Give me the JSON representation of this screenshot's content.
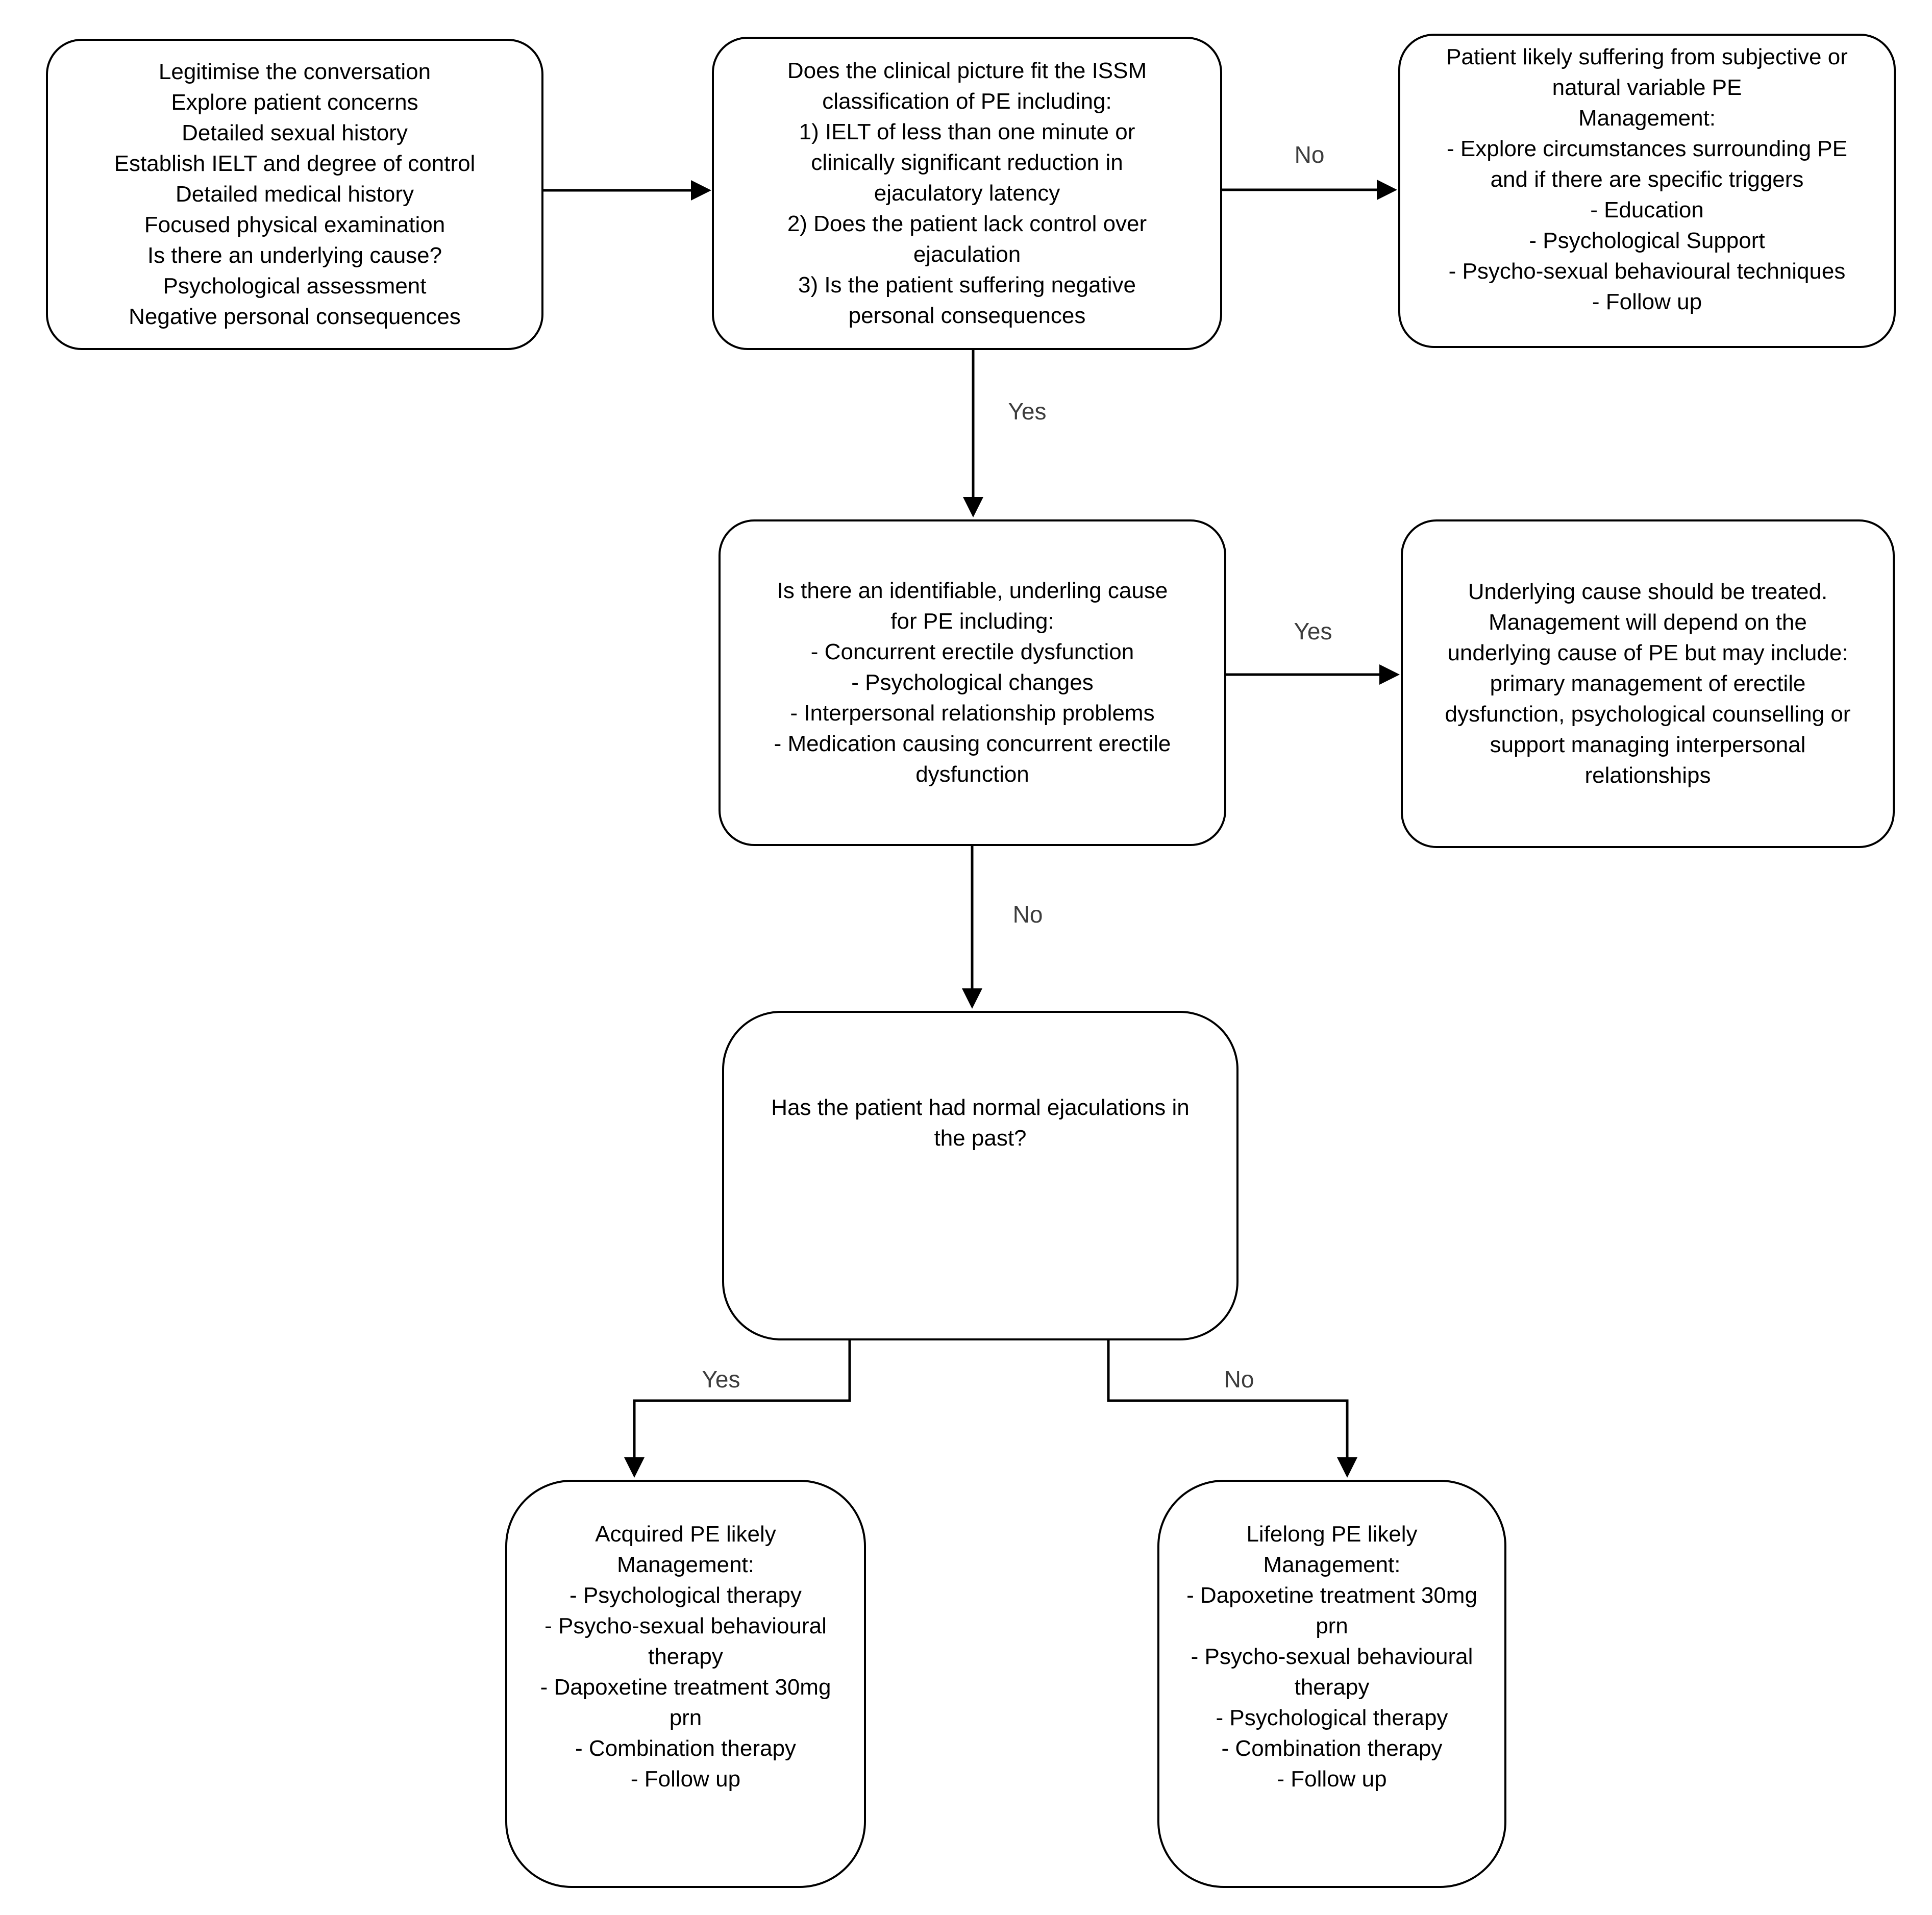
{
  "diagram": {
    "type": "flowchart",
    "colors": {
      "background": "#ffffff",
      "node_border": "#000000",
      "node_fill": "#ffffff",
      "arrow": "#000000",
      "node_text": "#000000",
      "edge_label_text": "#3d3d3d"
    },
    "nodes": {
      "assessment": {
        "text": "Legitimise the conversation\nExplore patient concerns\nDetailed sexual history\nEstablish IELT and degree of control\nDetailed medical history\nFocused physical examination\nIs there an underlying cause?\nPsychological assessment\nNegative personal consequences"
      },
      "issm_question": {
        "text": "Does the clinical picture fit the ISSM\nclassification of PE including:\n1) IELT of less than one minute or\nclinically significant reduction in\nejaculatory latency\n2) Does the patient lack control over\nejaculation\n3) Is the patient suffering negative\npersonal consequences"
      },
      "subjective_pe": {
        "text": "Patient likely suffering from subjective or\nnatural variable PE\nManagement:\n- Explore circumstances surrounding PE\nand if there are specific triggers\n- Education\n- Psychological Support\n- Psycho-sexual behavioural techniques\n- Follow up"
      },
      "underlying_cause_question": {
        "text": "Is there an identifiable, underling cause\nfor PE including:\n- Concurrent erectile dysfunction\n- Psychological changes\n- Interpersonal relationship problems\n- Medication causing concurrent erectile\ndysfunction"
      },
      "treat_underlying_cause": {
        "text": "Underlying cause should be treated.\nManagement will depend on the\nunderlying cause of PE but may include:\nprimary management of erectile\ndysfunction, psychological counselling or\nsupport managing interpersonal\nrelationships"
      },
      "normal_ejaculations_question": {
        "text": "Has the patient had normal ejaculations in\nthe past?"
      },
      "acquired_pe": {
        "text": "Acquired PE likely\nManagement:\n- Psychological therapy\n- Psycho-sexual behavioural\ntherapy\n- Dapoxetine treatment 30mg\nprn\n- Combination therapy\n- Follow up"
      },
      "lifelong_pe": {
        "text": "Lifelong PE likely\nManagement:\n- Dapoxetine treatment 30mg\nprn\n- Psycho-sexual behavioural\ntherapy\n- Psychological therapy\n- Combination therapy\n- Follow up"
      }
    },
    "edges": [
      {
        "from": "assessment",
        "to": "issm_question",
        "label": ""
      },
      {
        "from": "issm_question",
        "to": "subjective_pe",
        "label": "No"
      },
      {
        "from": "issm_question",
        "to": "underlying_cause_question",
        "label": "Yes"
      },
      {
        "from": "underlying_cause_question",
        "to": "treat_underlying_cause",
        "label": "Yes"
      },
      {
        "from": "underlying_cause_question",
        "to": "normal_ejaculations_question",
        "label": "No"
      },
      {
        "from": "normal_ejaculations_question",
        "to": "acquired_pe",
        "label": "Yes"
      },
      {
        "from": "normal_ejaculations_question",
        "to": "lifelong_pe",
        "label": "No"
      }
    ]
  }
}
